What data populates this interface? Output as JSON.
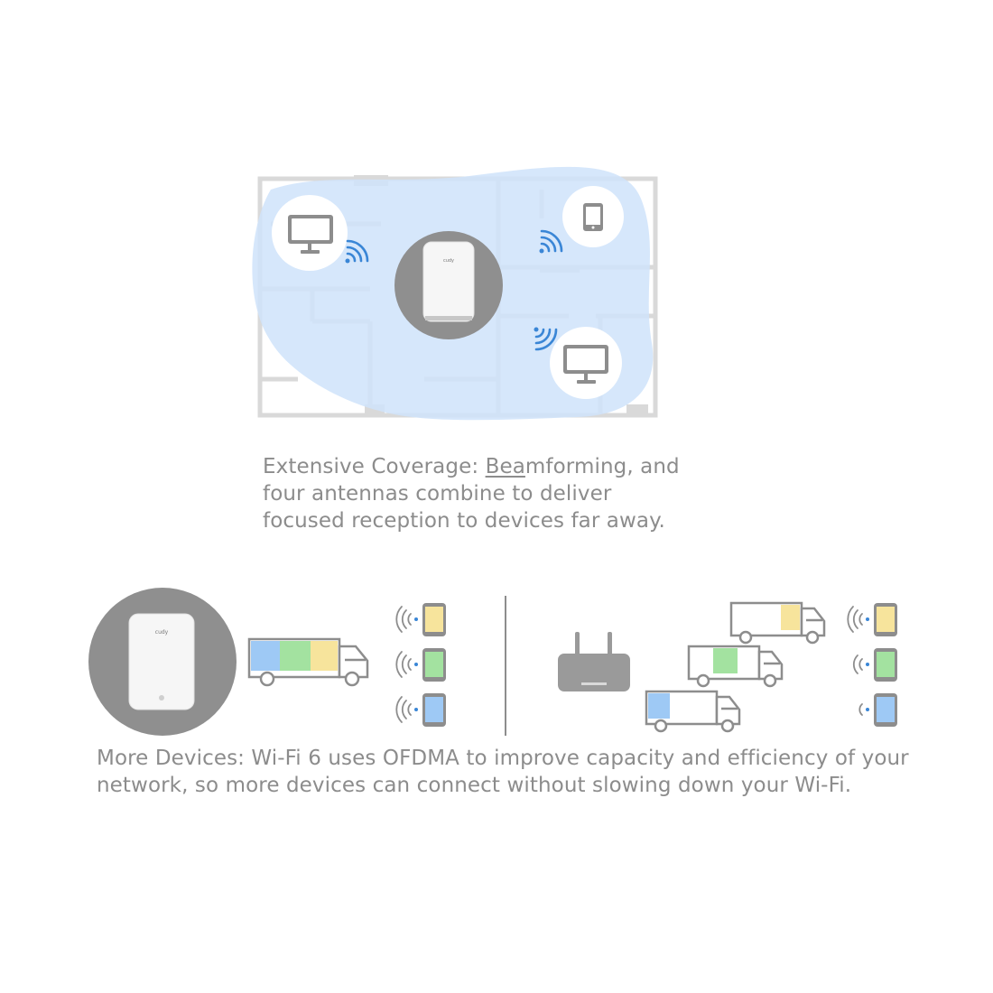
{
  "coverage": {
    "caption_before": "Extensive Coverage: ",
    "caption_underlined": "Bea",
    "caption_after": "mforming, and four antennas combine to deliver focused reception to devices far away.",
    "router_brand": "cudy"
  },
  "devices_section": {
    "caption": "More Devices: Wi-Fi 6 uses OFDMA to improve capacity and efficiency of your network, so more devices can connect without slowing down your Wi-Fi.",
    "router_brand": "cudy"
  },
  "colors": {
    "coverage_blob": "#d4e6fb",
    "wifi_blue": "#3a86d6",
    "floorplan_wall": "#d6d6d6",
    "icon_gray": "#8d8d8d",
    "yellow": "#f7e49c",
    "green": "#a3e2a0",
    "blue": "#9ec9f5",
    "text": "#8c8c8c"
  },
  "icons": [
    "monitor-icon",
    "tablet-icon",
    "wifi-icon",
    "truck-icon",
    "phone-icon",
    "legacy-router-icon"
  ]
}
